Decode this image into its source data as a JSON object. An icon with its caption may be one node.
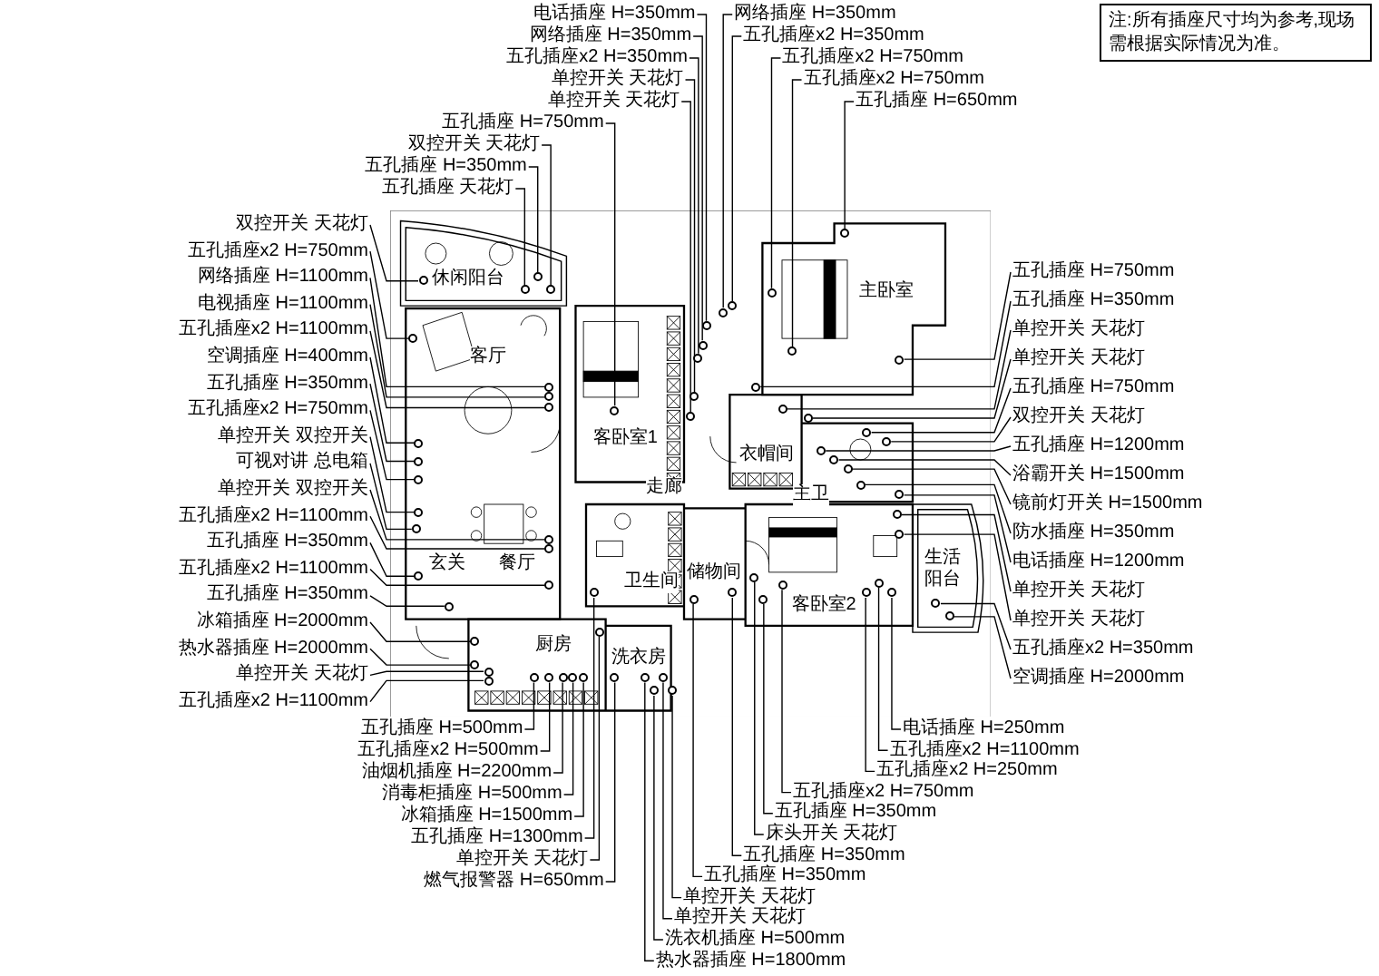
{
  "diagram": {
    "nodes": [
      {
        "text": [
          "注:所有插座尺寸均为参考,现场需根据实际情况为准。"
        ]
      },
      {
        "text": [
          "电话插座 H=350mm"
        ]
      },
      {
        "text": [
          "网络插座 H=350mm"
        ]
      },
      {
        "text": [
          "五孔插座x2 H=350mm"
        ]
      },
      {
        "text": [
          "单控开关 天花灯"
        ]
      },
      {
        "text": [
          "单控开关 天花灯"
        ]
      },
      {
        "text": [
          "网络插座 H=350mm"
        ]
      },
      {
        "text": [
          "五孔插座x2 H=350mm"
        ]
      },
      {
        "text": [
          "五孔插座x2 H=750mm"
        ]
      },
      {
        "text": [
          "五孔插座x2 H=750mm"
        ]
      },
      {
        "text": [
          "五孔插座 H=650mm"
        ]
      },
      {
        "text": [
          "五孔插座 H=750mm"
        ]
      },
      {
        "text": [
          "双控开关 天花灯"
        ]
      },
      {
        "text": [
          "五孔插座 H=350mm"
        ]
      },
      {
        "text": [
          "五孔插座 天花灯"
        ]
      },
      {
        "text": [
          "双控开关 天花灯"
        ]
      },
      {
        "text": [
          "五孔插座x2 H=750mm"
        ]
      },
      {
        "text": [
          "网络插座 H=1100mm"
        ]
      },
      {
        "text": [
          "电视插座 H=1100mm"
        ]
      },
      {
        "text": [
          "五孔插座x2 H=1100mm"
        ]
      },
      {
        "text": [
          "空调插座 H=400mm"
        ]
      },
      {
        "text": [
          "五孔插座 H=350mm"
        ]
      },
      {
        "text": [
          "五孔插座x2 H=750mm"
        ]
      },
      {
        "text": [
          "单控开关 双控开关"
        ]
      },
      {
        "text": [
          "可视对讲 总电箱"
        ]
      },
      {
        "text": [
          "单控开关 双控开关"
        ]
      },
      {
        "text": [
          "五孔插座x2 H=1100mm"
        ]
      },
      {
        "text": [
          "五孔插座 H=350mm"
        ]
      },
      {
        "text": [
          "五孔插座x2 H=1100mm"
        ]
      },
      {
        "text": [
          "五孔插座 H=350mm"
        ]
      },
      {
        "text": [
          "冰箱插座 H=2000mm"
        ]
      },
      {
        "text": [
          "热水器插座 H=2000mm"
        ]
      },
      {
        "text": [
          "单控开关 天花灯"
        ]
      },
      {
        "text": [
          "五孔插座x2 H=1100mm"
        ]
      },
      {
        "text": [
          "五孔插座 H=750mm"
        ]
      },
      {
        "text": [
          "五孔插座 H=350mm"
        ]
      },
      {
        "text": [
          "单控开关 天花灯"
        ]
      },
      {
        "text": [
          "单控开关 天花灯"
        ]
      },
      {
        "text": [
          "五孔插座 H=750mm"
        ]
      },
      {
        "text": [
          "双控开关 天花灯"
        ]
      },
      {
        "text": [
          "五孔插座 H=1200mm"
        ]
      },
      {
        "text": [
          "浴霸开关 H=1500mm"
        ]
      },
      {
        "text": [
          "镜前灯开关 H=1500mm"
        ]
      },
      {
        "text": [
          "防水插座 H=350mm"
        ]
      },
      {
        "text": [
          "电话插座 H=1200mm"
        ]
      },
      {
        "text": [
          "单控开关 天花灯"
        ]
      },
      {
        "text": [
          "单控开关 天花灯"
        ]
      },
      {
        "text": [
          "五孔插座x2 H=350mm"
        ]
      },
      {
        "text": [
          "空调插座 H=2000mm"
        ]
      },
      {
        "text": [
          "五孔插座 H=500mm"
        ]
      },
      {
        "text": [
          "五孔插座x2 H=500mm"
        ]
      },
      {
        "text": [
          "油烟机插座 H=2200mm"
        ]
      },
      {
        "text": [
          "消毒柜插座 H=500mm"
        ]
      },
      {
        "text": [
          "冰箱插座 H=1500mm"
        ]
      },
      {
        "text": [
          "五孔插座 H=1300mm"
        ]
      },
      {
        "text": [
          "单控开关 天花灯"
        ]
      },
      {
        "text": [
          "燃气报警器 H=650mm"
        ]
      },
      {
        "text": [
          "电话插座 H=250mm"
        ]
      },
      {
        "text": [
          "五孔插座x2 H=1100mm"
        ]
      },
      {
        "text": [
          "五孔插座x2 H=250mm"
        ]
      },
      {
        "text": [
          "五孔插座x2 H=750mm"
        ]
      },
      {
        "text": [
          "五孔插座 H=350mm"
        ]
      },
      {
        "text": [
          "床头开关 天花灯"
        ]
      },
      {
        "text": [
          "五孔插座 H=350mm"
        ]
      },
      {
        "text": [
          "五孔插座 H=350mm"
        ]
      },
      {
        "text": [
          "单控开关 天花灯"
        ]
      },
      {
        "text": [
          "单控开关 天花灯"
        ]
      },
      {
        "text": [
          "洗衣机插座 H=500mm"
        ]
      },
      {
        "text": [
          "热水器插座 H=1800mm"
        ]
      },
      {
        "text": [],
        "shape": "circle"
      },
      {
        "text": [],
        "shape": "circle"
      },
      {
        "text": [],
        "shape": "circle"
      },
      {
        "text": [],
        "shape": "circle"
      },
      {
        "text": [],
        "shape": "circle"
      },
      {
        "text": [],
        "shape": "circle"
      },
      {
        "text": [],
        "shape": "circle"
      },
      {
        "text": [],
        "shape": "circle"
      },
      {
        "text": [],
        "shape": "circle"
      },
      {
        "text": [],
        "shape": "circle"
      },
      {
        "text": [],
        "shape": "circle"
      },
      {
        "text": [],
        "shape": "circle"
      },
      {
        "text": [],
        "shape": "circle"
      },
      {
        "text": [],
        "shape": "circle"
      },
      {
        "text": [],
        "shape": "circle"
      },
      {
        "text": [],
        "shape": "circle"
      },
      {
        "text": [],
        "shape": "circle"
      },
      {
        "text": [],
        "shape": "circle"
      },
      {
        "text": [],
        "shape": "circle"
      },
      {
        "text": [],
        "shape": "circle"
      },
      {
        "text": [],
        "shape": "circle"
      },
      {
        "text": [],
        "shape": "circle"
      },
      {
        "text": [],
        "shape": "circle"
      },
      {
        "text": [],
        "shape": "circle"
      },
      {
        "text": [],
        "shape": "circle"
      },
      {
        "text": [],
        "shape": "circle"
      },
      {
        "text": [],
        "shape": "circle"
      },
      {
        "text": [],
        "shape": "circle"
      },
      {
        "text": [],
        "shape": "circle"
      },
      {
        "text": [],
        "shape": "circle"
      },
      {
        "text": [],
        "shape": "circle"
      },
      {
        "text": [],
        "shape": "circle"
      },
      {
        "text": [],
        "shape": "circle"
      },
      {
        "text": [],
        "shape": "circle"
      },
      {
        "text": [],
        "shape": "circle"
      },
      {
        "text": [],
        "shape": "circle"
      },
      {
        "text": [],
        "shape": "circle"
      },
      {
        "text": [],
        "shape": "circle"
      },
      {
        "text": [],
        "shape": "circle"
      },
      {
        "text": [],
        "shape": "circle"
      },
      {
        "text": [],
        "shape": "circle"
      },
      {
        "text": [],
        "shape": "circle"
      },
      {
        "text": [],
        "shape": "circle"
      },
      {
        "text": [],
        "shape": "circle"
      },
      {
        "text": [],
        "shape": "circle"
      },
      {
        "text": [],
        "shape": "circle"
      },
      {
        "text": [],
        "shape": "circle"
      },
      {
        "text": [],
        "shape": "circle"
      },
      {
        "text": [],
        "shape": "circle"
      },
      {
        "text": [],
        "shape": "circle"
      },
      {
        "text": [],
        "shape": "circle"
      },
      {
        "text": [],
        "shape": "circle"
      },
      {
        "text": [],
        "shape": "circle"
      },
      {
        "text": [],
        "shape": "circle"
      },
      {
        "text": [],
        "shape": "circle"
      },
      {
        "text": [],
        "shape": "circle"
      },
      {
        "text": [],
        "shape": "circle"
      },
      {
        "text": [],
        "shape": "circle"
      },
      {
        "text": [],
        "shape": "circle"
      },
      {
        "text": [],
        "shape": "circle"
      },
      {
        "text": [],
        "shape": "circle"
      },
      {
        "text": [],
        "shape": "circle"
      },
      {
        "text": [],
        "shape": "circle"
      },
      {
        "text": [],
        "shape": "circle"
      },
      {
        "text": [],
        "shape": "circle"
      },
      {
        "text": [],
        "shape": "circle"
      },
      {
        "text": [],
        "shape": "circle"
      },
      {
        "text": [],
        "shape": "circle"
      }
    ],
    "edges": [
      {
        "from": 1,
        "to": 69,
        "arrow": "none"
      },
      {
        "from": 2,
        "to": 70,
        "arrow": "none"
      },
      {
        "from": 3,
        "to": 71,
        "arrow": "none"
      },
      {
        "from": 4,
        "to": 72,
        "arrow": "none"
      },
      {
        "from": 5,
        "to": 73,
        "arrow": "none"
      },
      {
        "from": 6,
        "to": 74,
        "arrow": "none"
      },
      {
        "from": 7,
        "to": 75,
        "arrow": "none"
      },
      {
        "from": 8,
        "to": 76,
        "arrow": "none"
      },
      {
        "from": 9,
        "to": 77,
        "arrow": "none"
      },
      {
        "from": 10,
        "to": 78,
        "arrow": "none"
      },
      {
        "from": 11,
        "to": 79,
        "arrow": "none"
      },
      {
        "from": 12,
        "to": 80,
        "arrow": "none"
      },
      {
        "from": 13,
        "to": 81,
        "arrow": "none"
      },
      {
        "from": 14,
        "to": 82,
        "arrow": "none"
      },
      {
        "from": 15,
        "to": 83,
        "arrow": "none"
      },
      {
        "from": 16,
        "to": 84,
        "arrow": "none"
      },
      {
        "from": 17,
        "to": 85,
        "arrow": "none"
      },
      {
        "from": 18,
        "to": 86,
        "arrow": "none"
      },
      {
        "from": 19,
        "to": 87,
        "arrow": "none"
      },
      {
        "from": 20,
        "to": 88,
        "arrow": "none"
      },
      {
        "from": 21,
        "to": 89,
        "arrow": "none"
      },
      {
        "from": 22,
        "to": 90,
        "arrow": "none"
      },
      {
        "from": 23,
        "to": 91,
        "arrow": "none"
      },
      {
        "from": 24,
        "to": 92,
        "arrow": "none"
      },
      {
        "from": 25,
        "to": 93,
        "arrow": "none"
      },
      {
        "from": 26,
        "to": 94,
        "arrow": "none"
      },
      {
        "from": 27,
        "to": 95,
        "arrow": "none"
      },
      {
        "from": 28,
        "to": 96,
        "arrow": "none"
      },
      {
        "from": 29,
        "to": 97,
        "arrow": "none"
      },
      {
        "from": 30,
        "to": 98,
        "arrow": "none"
      },
      {
        "from": 31,
        "to": 99,
        "arrow": "none"
      },
      {
        "from": 32,
        "to": 100,
        "arrow": "none"
      },
      {
        "from": 33,
        "to": 101,
        "arrow": "none"
      },
      {
        "from": 34,
        "to": 102,
        "arrow": "none"
      },
      {
        "from": 35,
        "to": 103,
        "arrow": "none"
      },
      {
        "from": 36,
        "to": 104,
        "arrow": "none"
      },
      {
        "from": 37,
        "to": 105,
        "arrow": "none"
      },
      {
        "from": 38,
        "to": 106,
        "arrow": "none"
      },
      {
        "from": 39,
        "to": 107,
        "arrow": "none"
      },
      {
        "from": 40,
        "to": 108,
        "arrow": "none"
      },
      {
        "from": 41,
        "to": 109,
        "arrow": "none"
      },
      {
        "from": 42,
        "to": 110,
        "arrow": "none"
      },
      {
        "from": 43,
        "to": 111,
        "arrow": "none"
      },
      {
        "from": 44,
        "to": 112,
        "arrow": "none"
      },
      {
        "from": 45,
        "to": 113,
        "arrow": "none"
      },
      {
        "from": 46,
        "to": 114,
        "arrow": "none"
      },
      {
        "from": 47,
        "to": 115,
        "arrow": "none"
      },
      {
        "from": 48,
        "to": 116,
        "arrow": "none"
      },
      {
        "from": 49,
        "to": 117,
        "arrow": "none"
      },
      {
        "from": 50,
        "to": 118,
        "arrow": "none"
      },
      {
        "from": 51,
        "to": 119,
        "arrow": "none"
      },
      {
        "from": 52,
        "to": 120,
        "arrow": "none"
      },
      {
        "from": 53,
        "to": 121,
        "arrow": "none"
      },
      {
        "from": 54,
        "to": 122,
        "arrow": "none"
      },
      {
        "from": 55,
        "to": 123,
        "arrow": "none"
      },
      {
        "from": 56,
        "to": 124,
        "arrow": "none"
      },
      {
        "from": 57,
        "to": 125,
        "arrow": "none"
      },
      {
        "from": 58,
        "to": 126,
        "arrow": "none"
      },
      {
        "from": 59,
        "to": 127,
        "arrow": "none"
      },
      {
        "from": 60,
        "to": 128,
        "arrow": "none"
      },
      {
        "from": 61,
        "to": 129,
        "arrow": "none"
      },
      {
        "from": 62,
        "to": 130,
        "arrow": "none"
      },
      {
        "from": 63,
        "to": 131,
        "arrow": "none"
      },
      {
        "from": 64,
        "to": 132,
        "arrow": "none"
      },
      {
        "from": 65,
        "to": 133,
        "arrow": "none"
      },
      {
        "from": 66,
        "to": 134,
        "arrow": "none"
      },
      {
        "from": 67,
        "to": 135,
        "arrow": "none"
      },
      {
        "from": 68,
        "to": 136,
        "arrow": "none"
      }
    ],
    "labels": [
      "休闲阳台",
      "主卧室",
      "客厅",
      "客卧室1",
      "走廊",
      "衣帽间",
      "主卫",
      "玄关",
      "餐厅",
      "卫生间",
      "储物间",
      "客卧室2",
      "生活阳台",
      "厨房",
      "洗衣房"
    ]
  }
}
